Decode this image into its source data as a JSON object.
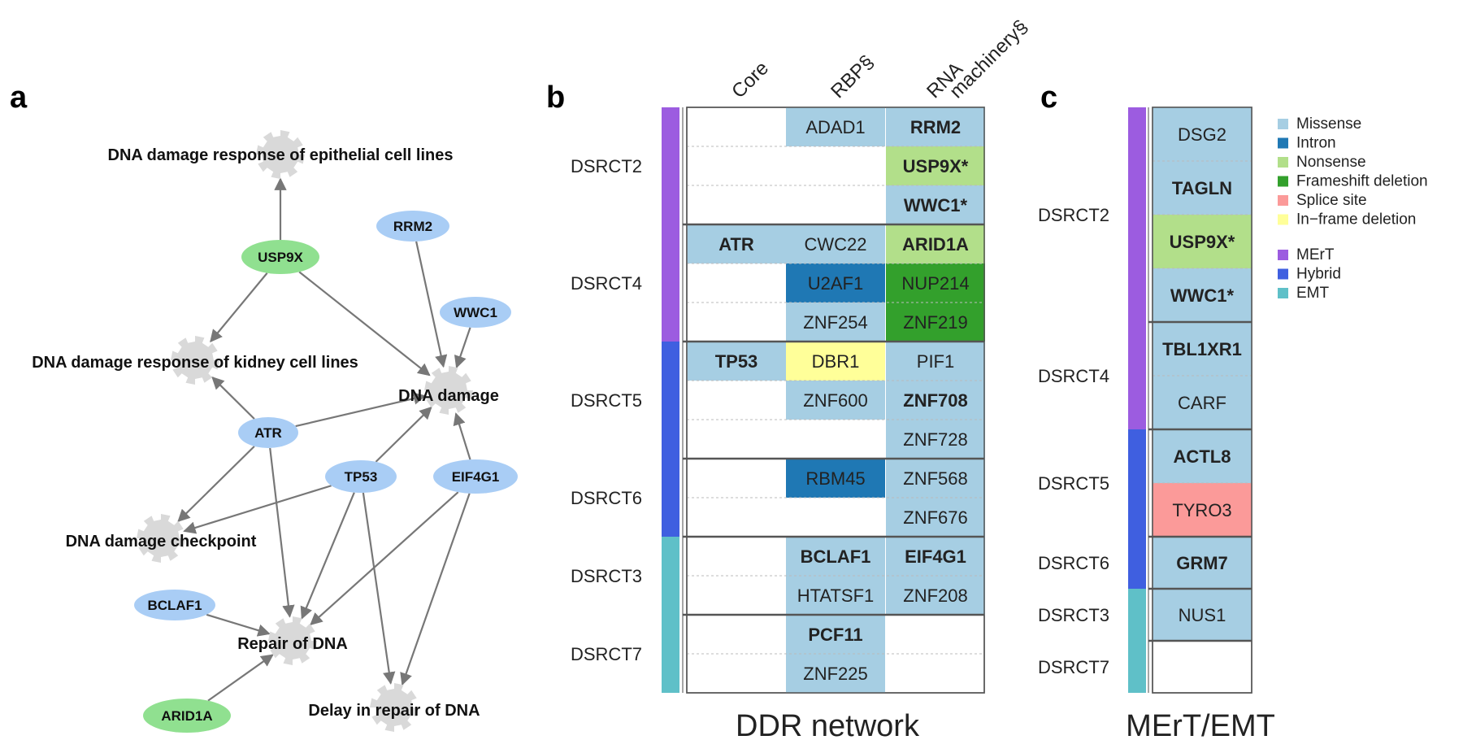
{
  "panel_a": {
    "panel_label": "a",
    "functions": [
      {
        "id": "f1",
        "label": "DNA damage response of epithelial cell lines"
      },
      {
        "id": "f2",
        "label": "DNA damage response of kidney cell lines"
      },
      {
        "id": "f3",
        "label": "DNA damage"
      },
      {
        "id": "f4",
        "label": "DNA damage checkpoint"
      },
      {
        "id": "f5",
        "label": "Repair of DNA"
      },
      {
        "id": "f6",
        "label": "Delay in repair of DNA"
      }
    ],
    "genes": [
      {
        "id": "g_usp9x",
        "label": "USP9X",
        "color": "#90e090"
      },
      {
        "id": "g_rrm2",
        "label": "RRM2",
        "color": "#a9cdf5"
      },
      {
        "id": "g_wwc1",
        "label": "WWC1",
        "color": "#a9cdf5"
      },
      {
        "id": "g_atr",
        "label": "ATR",
        "color": "#a9cdf5"
      },
      {
        "id": "g_tp53",
        "label": "TP53",
        "color": "#a9cdf5"
      },
      {
        "id": "g_eif4g1",
        "label": "EIF4G1",
        "color": "#a9cdf5"
      },
      {
        "id": "g_bclaf1",
        "label": "BCLAF1",
        "color": "#a9cdf5"
      },
      {
        "id": "g_arid1a",
        "label": "ARID1A",
        "color": "#90e090"
      }
    ],
    "edges": [
      [
        "g_usp9x",
        "f1"
      ],
      [
        "g_usp9x",
        "f2"
      ],
      [
        "g_usp9x",
        "f3"
      ],
      [
        "g_rrm2",
        "f3"
      ],
      [
        "g_wwc1",
        "f3"
      ],
      [
        "g_atr",
        "f2"
      ],
      [
        "g_atr",
        "f3"
      ],
      [
        "g_atr",
        "f4"
      ],
      [
        "g_atr",
        "f5"
      ],
      [
        "g_tp53",
        "f3"
      ],
      [
        "g_tp53",
        "f4"
      ],
      [
        "g_tp53",
        "f5"
      ],
      [
        "g_tp53",
        "f6"
      ],
      [
        "g_eif4g1",
        "f3"
      ],
      [
        "g_eif4g1",
        "f5"
      ],
      [
        "g_eif4g1",
        "f6"
      ],
      [
        "g_bclaf1",
        "f5"
      ],
      [
        "g_arid1a",
        "f5"
      ]
    ]
  },
  "panel_b": {
    "panel_label": "b",
    "title": "DDR network",
    "columns": [
      "Core",
      "RBP§",
      "RNA machinery§"
    ],
    "groups": [
      {
        "name": "DSRCT2",
        "subtype": "MErT",
        "rows": 3
      },
      {
        "name": "DSRCT4",
        "subtype": "MErT",
        "rows": 3
      },
      {
        "name": "DSRCT5",
        "subtype": "Hybrid",
        "rows": 3
      },
      {
        "name": "DSRCT6",
        "subtype": "Hybrid",
        "rows": 2
      },
      {
        "name": "DSRCT3",
        "subtype": "EMT",
        "rows": 2
      },
      {
        "name": "DSRCT7",
        "subtype": "EMT",
        "rows": 2
      }
    ],
    "cells": [
      {
        "group": 0,
        "row": 0,
        "col": 1,
        "text": "ADAD1",
        "type": "Missense",
        "bold": false
      },
      {
        "group": 0,
        "row": 0,
        "col": 2,
        "text": "RRM2",
        "type": "Missense",
        "bold": true
      },
      {
        "group": 0,
        "row": 1,
        "col": 2,
        "text": "USP9X*",
        "type": "Nonsense",
        "bold": true
      },
      {
        "group": 0,
        "row": 2,
        "col": 2,
        "text": "WWC1*",
        "type": "Missense",
        "bold": true
      },
      {
        "group": 1,
        "row": 0,
        "col": 0,
        "text": "ATR",
        "type": "Missense",
        "bold": true
      },
      {
        "group": 1,
        "row": 0,
        "col": 1,
        "text": "CWC22",
        "type": "Missense",
        "bold": false
      },
      {
        "group": 1,
        "row": 0,
        "col": 2,
        "text": "ARID1A",
        "type": "Nonsense",
        "bold": true
      },
      {
        "group": 1,
        "row": 1,
        "col": 1,
        "text": "U2AF1",
        "type": "Intron",
        "bold": false
      },
      {
        "group": 1,
        "row": 1,
        "col": 2,
        "text": "NUP214",
        "type": "Frameshift deletion",
        "bold": false
      },
      {
        "group": 1,
        "row": 2,
        "col": 1,
        "text": "ZNF254",
        "type": "Missense",
        "bold": false
      },
      {
        "group": 1,
        "row": 2,
        "col": 2,
        "text": "ZNF219",
        "type": "Frameshift deletion",
        "bold": false
      },
      {
        "group": 2,
        "row": 0,
        "col": 0,
        "text": "TP53",
        "type": "Missense",
        "bold": true
      },
      {
        "group": 2,
        "row": 0,
        "col": 1,
        "text": "DBR1",
        "type": "In-frame deletion",
        "bold": false
      },
      {
        "group": 2,
        "row": 0,
        "col": 2,
        "text": "PIF1",
        "type": "Missense",
        "bold": false
      },
      {
        "group": 2,
        "row": 1,
        "col": 1,
        "text": "ZNF600",
        "type": "Missense",
        "bold": false
      },
      {
        "group": 2,
        "row": 1,
        "col": 2,
        "text": "ZNF708",
        "type": "Missense",
        "bold": true
      },
      {
        "group": 2,
        "row": 2,
        "col": 2,
        "text": "ZNF728",
        "type": "Missense",
        "bold": false
      },
      {
        "group": 3,
        "row": 0,
        "col": 1,
        "text": "RBM45",
        "type": "Intron",
        "bold": false
      },
      {
        "group": 3,
        "row": 0,
        "col": 2,
        "text": "ZNF568",
        "type": "Missense",
        "bold": false
      },
      {
        "group": 3,
        "row": 1,
        "col": 2,
        "text": "ZNF676",
        "type": "Missense",
        "bold": false
      },
      {
        "group": 4,
        "row": 0,
        "col": 1,
        "text": "BCLAF1",
        "type": "Missense",
        "bold": true
      },
      {
        "group": 4,
        "row": 0,
        "col": 2,
        "text": "EIF4G1",
        "type": "Missense",
        "bold": true
      },
      {
        "group": 4,
        "row": 1,
        "col": 1,
        "text": "HTATSF1",
        "type": "Missense",
        "bold": false
      },
      {
        "group": 4,
        "row": 1,
        "col": 2,
        "text": "ZNF208",
        "type": "Missense",
        "bold": false
      },
      {
        "group": 5,
        "row": 0,
        "col": 1,
        "text": "PCF11",
        "type": "Missense",
        "bold": true
      },
      {
        "group": 5,
        "row": 1,
        "col": 1,
        "text": "ZNF225",
        "type": "Missense",
        "bold": false
      }
    ]
  },
  "panel_c": {
    "panel_label": "c",
    "title": "MErT/EMT",
    "groups": [
      {
        "name": "DSRCT2",
        "subtype": "MErT",
        "rows": 4
      },
      {
        "name": "DSRCT4",
        "subtype": "MErT",
        "rows": 2
      },
      {
        "name": "DSRCT5",
        "subtype": "Hybrid",
        "rows": 2
      },
      {
        "name": "DSRCT6",
        "subtype": "Hybrid",
        "rows": 1
      },
      {
        "name": "DSRCT3",
        "subtype": "EMT",
        "rows": 1
      },
      {
        "name": "DSRCT7",
        "subtype": "EMT",
        "rows": 1
      }
    ],
    "cells": [
      {
        "group": 0,
        "row": 0,
        "text": "DSG2",
        "type": "Missense",
        "bold": false
      },
      {
        "group": 0,
        "row": 1,
        "text": "TAGLN",
        "type": "Missense",
        "bold": true
      },
      {
        "group": 0,
        "row": 2,
        "text": "USP9X*",
        "type": "Nonsense",
        "bold": true
      },
      {
        "group": 0,
        "row": 3,
        "text": "WWC1*",
        "type": "Missense",
        "bold": true
      },
      {
        "group": 1,
        "row": 0,
        "text": "TBL1XR1",
        "type": "Missense",
        "bold": true
      },
      {
        "group": 1,
        "row": 1,
        "text": "CARF",
        "type": "Missense",
        "bold": false
      },
      {
        "group": 2,
        "row": 0,
        "text": "ACTL8",
        "type": "Missense",
        "bold": true
      },
      {
        "group": 2,
        "row": 1,
        "text": "TYRO3",
        "type": "Splice site",
        "bold": false
      },
      {
        "group": 3,
        "row": 0,
        "text": "GRM7",
        "type": "Missense",
        "bold": true
      },
      {
        "group": 4,
        "row": 0,
        "text": "NUS1",
        "type": "Missense",
        "bold": false
      }
    ]
  },
  "legend": {
    "mutation_types": [
      {
        "label": "Missense",
        "color": "#a6cee3"
      },
      {
        "label": "Intron",
        "color": "#1f78b4"
      },
      {
        "label": "Nonsense",
        "color": "#b2df8a"
      },
      {
        "label": "Frameshift deletion",
        "color": "#33a02c"
      },
      {
        "label": "Splice site",
        "color": "#fb9a99"
      },
      {
        "label": "In−frame deletion",
        "color": "#ffff99"
      }
    ],
    "subtypes": [
      {
        "label": "MErT",
        "color": "#9c5ce0"
      },
      {
        "label": "Hybrid",
        "color": "#3f5fe0"
      },
      {
        "label": "EMT",
        "color": "#5fc0c8"
      }
    ]
  },
  "colors": {
    "Missense": "#a6cee3",
    "Intron": "#1f78b4",
    "Nonsense": "#b2df8a",
    "Frameshift deletion": "#33a02c",
    "Splice site": "#fb9a99",
    "In-frame deletion": "#ffff99",
    "MErT": "#9c5ce0",
    "Hybrid": "#3f5fe0",
    "EMT": "#5fc0c8",
    "edge": "#777777",
    "gear": "#d9d9d9"
  }
}
